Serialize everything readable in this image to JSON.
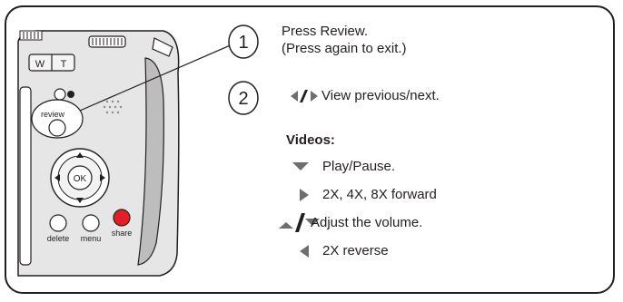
{
  "camera": {
    "labels": {
      "wide": "W",
      "tele": "T",
      "review": "review",
      "ok": "OK",
      "delete": "delete",
      "menu": "menu",
      "share": "share"
    }
  },
  "steps": [
    {
      "number": "1",
      "lines": [
        "Press Review.",
        "(Press again to exit.)"
      ]
    },
    {
      "number": "2",
      "text": "View previous/next."
    }
  ],
  "videos": {
    "heading": "Videos:",
    "items": [
      {
        "icon": "down-triangle-icon",
        "text": "Play/Pause."
      },
      {
        "icon": "right-triangle-icon",
        "text": "2X, 4X, 8X forward"
      },
      {
        "icon": "up-down-triangle-icon",
        "text": "Adjust the volume."
      },
      {
        "icon": "left-triangle-icon",
        "text": "2X reverse"
      }
    ]
  },
  "colors": {
    "ink": "#231f20",
    "share_red": "#e41e26",
    "body_gray": "#d9d9d9"
  }
}
